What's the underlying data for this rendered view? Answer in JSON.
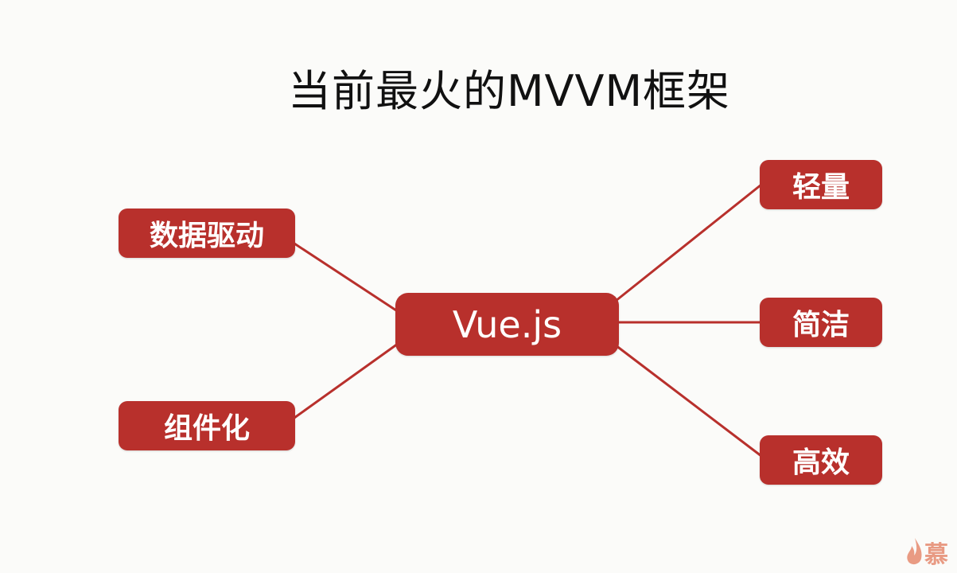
{
  "title": "当前最火的MVVM框架",
  "center": "Vue.js",
  "left_nodes": [
    "数据驱动",
    "组件化"
  ],
  "right_nodes": [
    "轻量",
    "简洁",
    "高效"
  ],
  "watermark_text": "慕",
  "colors": {
    "node_fill": "#b8302c",
    "connector": "#b8302c",
    "background": "#fbfbf9"
  }
}
